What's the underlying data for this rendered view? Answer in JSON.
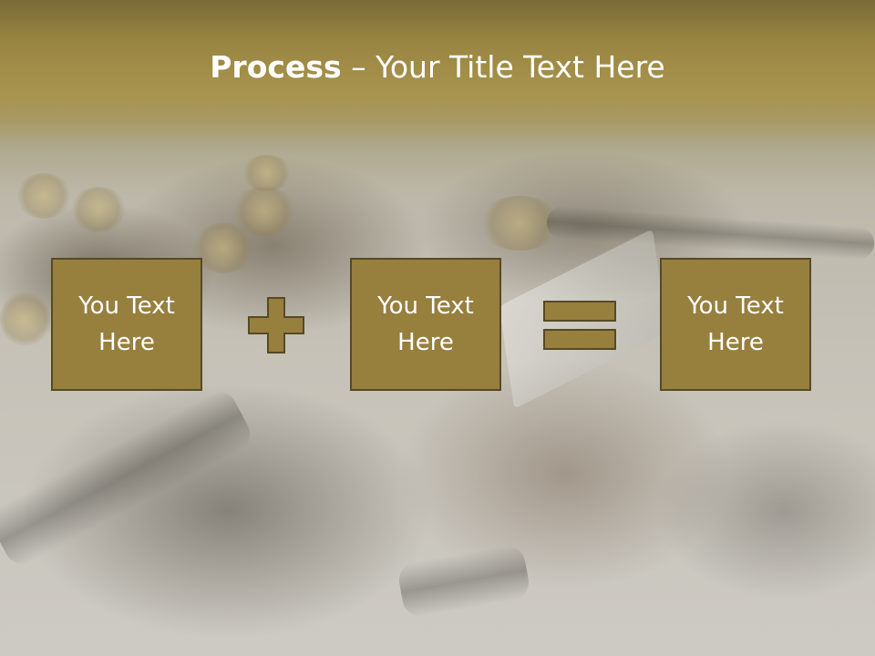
{
  "title": {
    "bold": "Process",
    "rest": " – Your Title Text Here"
  },
  "boxes": [
    {
      "text": "You Text Here"
    },
    {
      "text": "You Text Here"
    },
    {
      "text": "You Text Here"
    }
  ],
  "operators": {
    "plus_icon": "plus-icon",
    "equals_icon": "equals-icon"
  },
  "colors": {
    "box_fill": "#977f3e",
    "box_border": "#564a24",
    "title_bar": "#a8934d",
    "text": "#ffffff"
  }
}
